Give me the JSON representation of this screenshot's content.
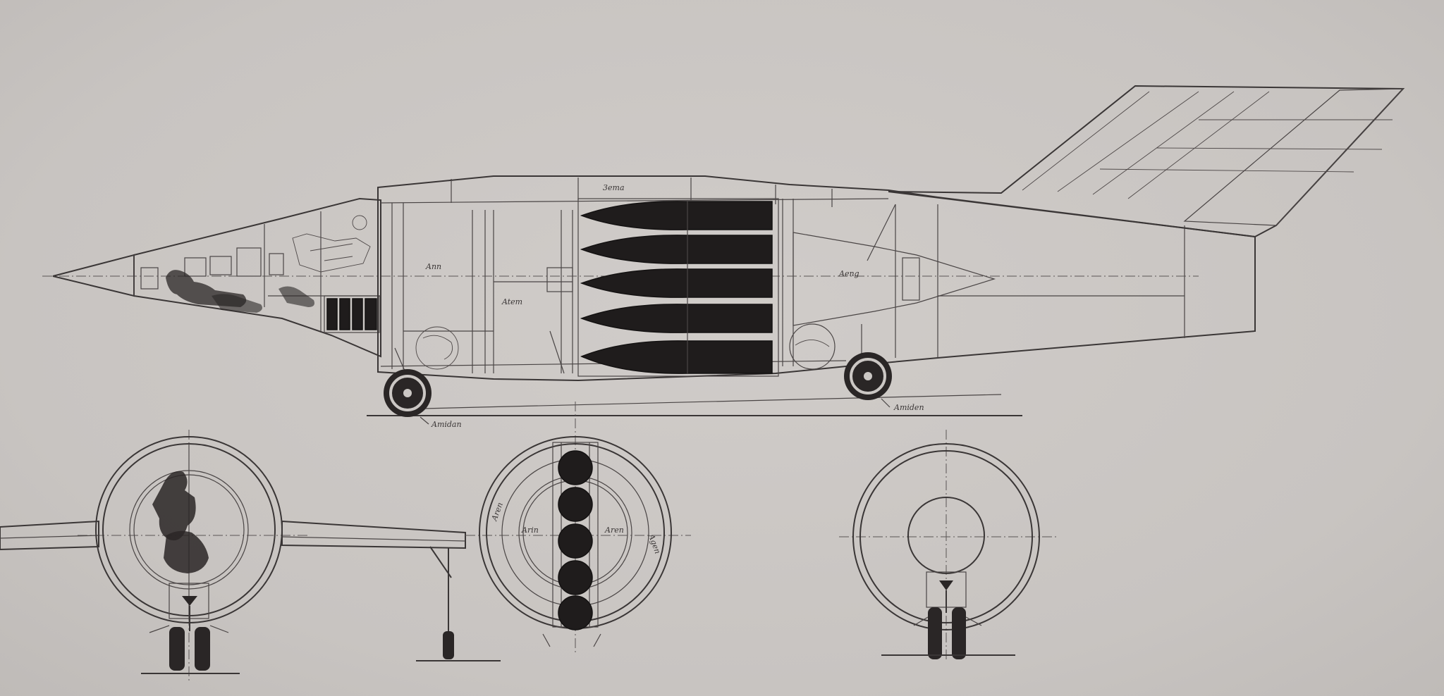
{
  "drawing": {
    "side_view_labels": [
      "3ema",
      "Ann",
      "Atem",
      "Aeng",
      "Amiden",
      "Amidan"
    ],
    "front_view_labels": [
      "Aren",
      "Arin",
      "Aren",
      "Agen"
    ],
    "colors": {
      "paper": "#cbc7c4",
      "ink": "#3a3636",
      "fill": "#1f1c1c"
    }
  }
}
